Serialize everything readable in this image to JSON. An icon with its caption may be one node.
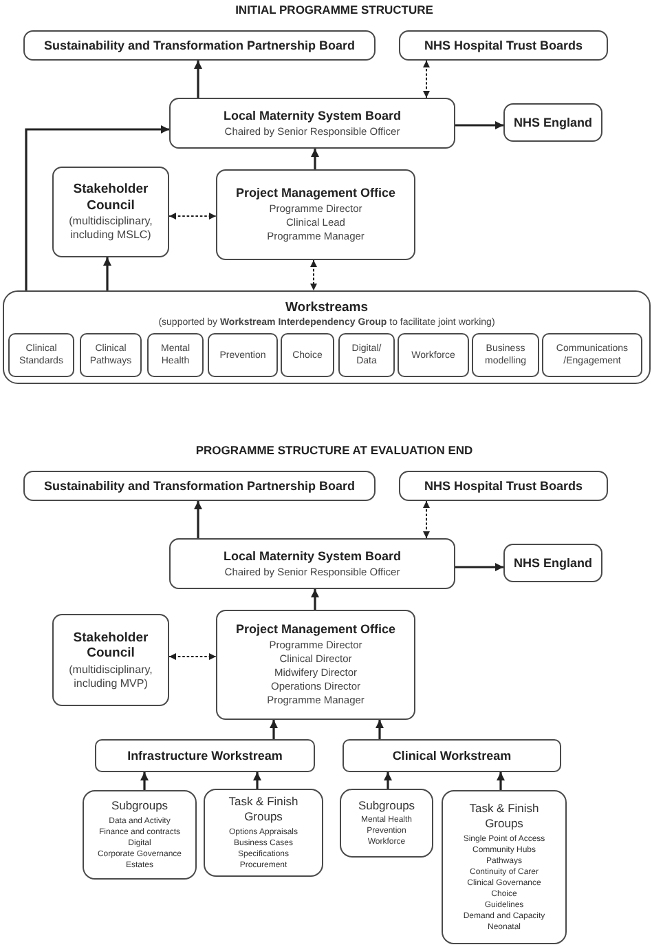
{
  "diagram": {
    "nodes": [
      {
        "text": [
          "Sustainability and Transformation Partnership Board"
        ]
      },
      {
        "text": [
          "NHS Hospital Trust Boards"
        ]
      },
      {
        "text": [
          "Local Maternity System Board",
          "Chaired by Senior Responsible Officer"
        ]
      },
      {
        "text": [
          "NHS England"
        ]
      },
      {
        "text": [
          "Stakeholder Council",
          "(multidisciplinary, including MSLC)"
        ]
      },
      {
        "text": [
          "Project Management Office",
          "Programme Director",
          "Clinical Lead",
          "Programme Manager"
        ]
      },
      {
        "text": [
          "Workstreams",
          "(supported by **Workstream Interdependency Group** to facilitate joint working)"
        ]
      },
      {
        "text": [
          "Clinical Standards"
        ],
        "in": 6
      },
      {
        "text": [
          "Clinical Pathways"
        ],
        "in": 6
      },
      {
        "text": [
          "Mental Health"
        ],
        "in": 6
      },
      {
        "text": [
          "Prevention"
        ],
        "in": 6
      },
      {
        "text": [
          "Choice"
        ],
        "in": 6
      },
      {
        "text": [
          "Digital/ Data"
        ],
        "in": 6
      },
      {
        "text": [
          "Workforce"
        ],
        "in": 6
      },
      {
        "text": [
          "Business modelling"
        ],
        "in": 6
      },
      {
        "text": [
          "Communications /Engagement"
        ],
        "in": 6
      },
      {
        "text": [
          "Sustainability and Transformation Partnership Board"
        ]
      },
      {
        "text": [
          "NHS Hospital Trust Boards"
        ]
      },
      {
        "text": [
          "Local Maternity System Board",
          "Chaired by Senior Responsible Officer"
        ]
      },
      {
        "text": [
          "NHS England"
        ]
      },
      {
        "text": [
          "Stakeholder Council",
          "(multidisciplinary, including MVP)"
        ]
      },
      {
        "text": [
          "Project Management Office",
          "Programme Director",
          "Clinical Director",
          "Midwifery Director",
          "Operations Director",
          "Programme Manager"
        ]
      },
      {
        "text": [
          "Infrastructure Workstream"
        ]
      },
      {
        "text": [
          "Clinical Workstream"
        ]
      },
      {
        "text": [
          "Subgroups",
          "Data and Activity",
          "Finance and contracts",
          "Digital",
          "Corporate Governance",
          "Estates"
        ]
      },
      {
        "text": [
          "Task & Finish Groups",
          "Options Appraisals",
          "Business Cases",
          "Specifications",
          "Procurement"
        ]
      },
      {
        "text": [
          "Subgroups",
          "Mental Health",
          "Prevention",
          "Workforce"
        ]
      },
      {
        "text": [
          "Task & Finish Groups",
          "Single Point of Access",
          "Community Hubs",
          "Pathways",
          "Continuity of Carer",
          "Clinical Governance",
          "Choice",
          "Guidelines",
          "Demand and Capacity",
          "Neonatal"
        ]
      }
    ],
    "edges": [
      {
        "from": 2,
        "to": 0,
        "arrow": "to"
      },
      {
        "from": 2,
        "to": 1,
        "arrow": "both",
        "style": "dashed"
      },
      {
        "from": 2,
        "to": 3,
        "arrow": "to"
      },
      {
        "from": 5,
        "to": 2,
        "arrow": "to"
      },
      {
        "from": 4,
        "to": 5,
        "arrow": "both",
        "style": "dashed"
      },
      {
        "from": 5,
        "to": 6,
        "arrow": "both",
        "style": "dashed"
      },
      {
        "from": 6,
        "to": 4,
        "arrow": "to"
      },
      {
        "from": 6,
        "to": 2,
        "arrow": "to"
      },
      {
        "from": 18,
        "to": 16,
        "arrow": "to"
      },
      {
        "from": 18,
        "to": 17,
        "arrow": "both",
        "style": "dashed"
      },
      {
        "from": 18,
        "to": 19,
        "arrow": "to"
      },
      {
        "from": 21,
        "to": 18,
        "arrow": "to"
      },
      {
        "from": 20,
        "to": 21,
        "arrow": "both",
        "style": "dashed"
      },
      {
        "from": 22,
        "to": 21,
        "arrow": "to"
      },
      {
        "from": 23,
        "to": 21,
        "arrow": "to"
      },
      {
        "from": 24,
        "to": 22,
        "arrow": "to"
      },
      {
        "from": 25,
        "to": 22,
        "arrow": "to"
      },
      {
        "from": 26,
        "to": 23,
        "arrow": "to"
      },
      {
        "from": 27,
        "to": 23,
        "arrow": "to"
      }
    ],
    "labels": [
      "INITIAL PROGRAMME STRUCTURE",
      "PROGRAMME STRUCTURE AT EVALUATION END"
    ]
  }
}
